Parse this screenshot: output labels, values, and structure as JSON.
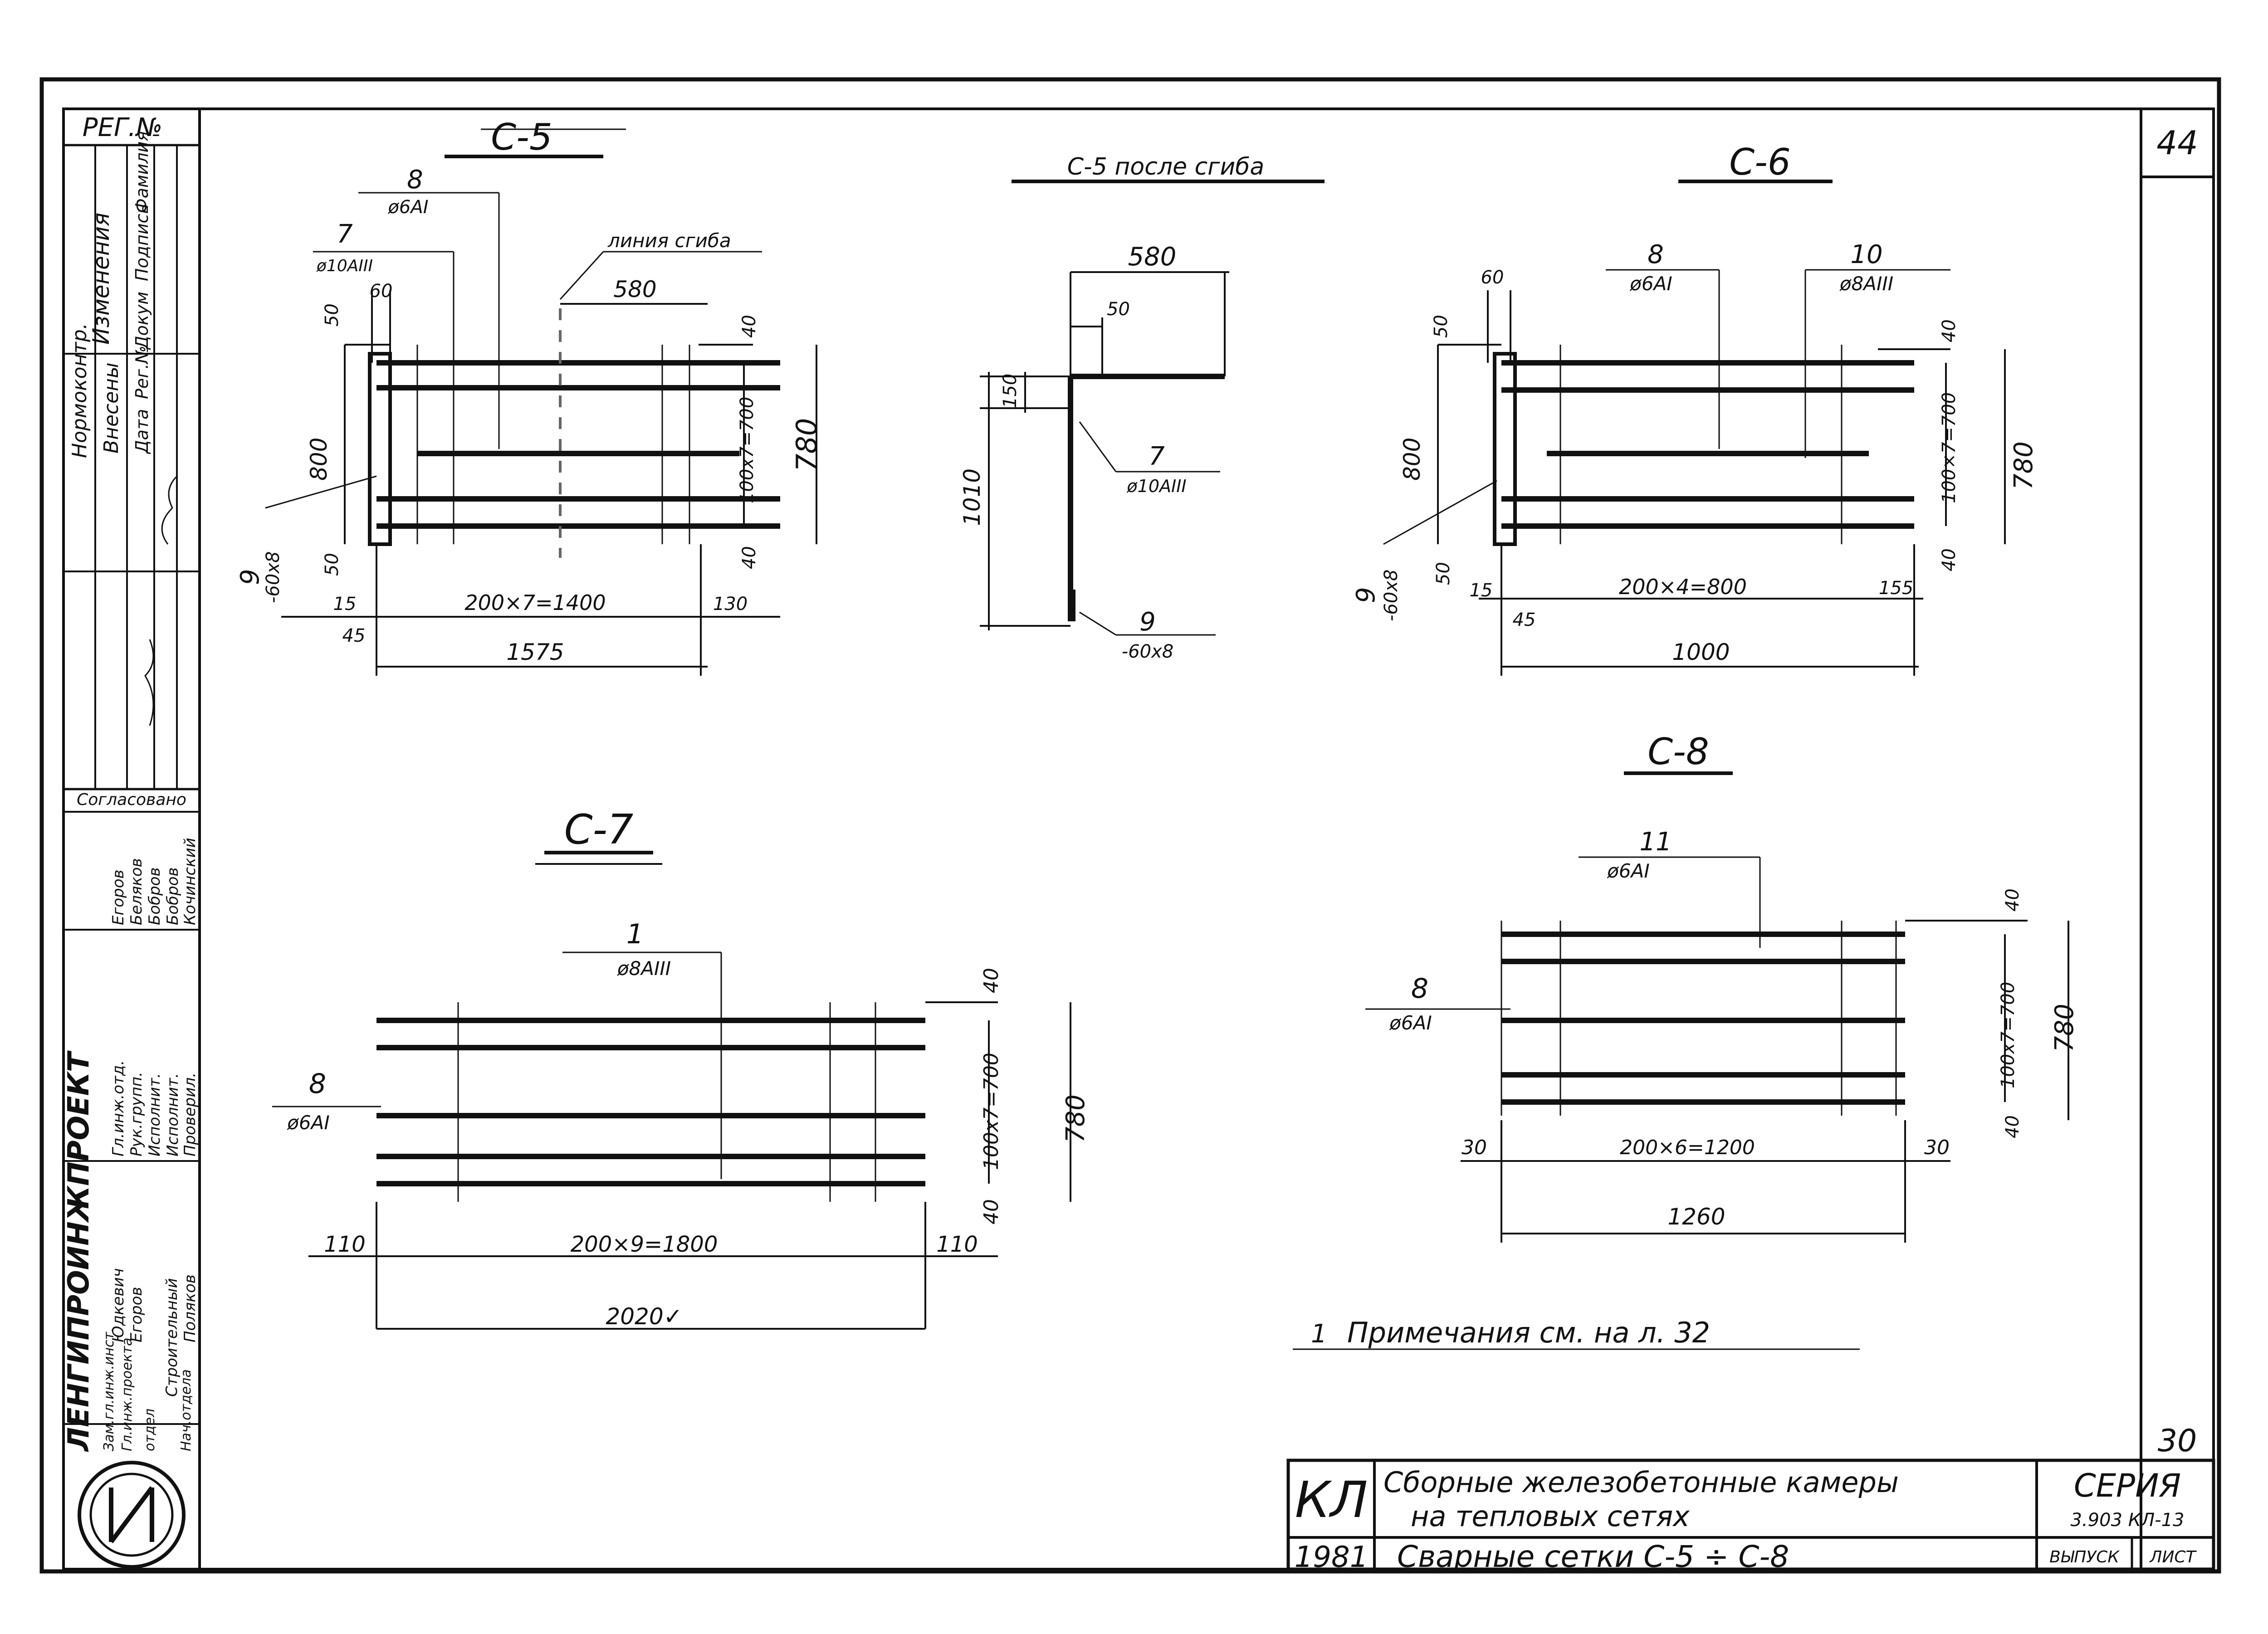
{
  "sheet": {
    "number": "44"
  },
  "left_strip": {
    "reg": "РЕГ.№",
    "changes_header": "Изменения",
    "notes_entered": "Внесены",
    "normocontrol": "Нормоконтр.",
    "col_date": "Дата",
    "col_reg": "Рег.№",
    "col_doc": "Докум",
    "col_sign": "Подпись",
    "col_name": "Фамилия",
    "agreed": "Согласовано",
    "agreed_names": [
      "Егоров",
      "Беляков",
      "Бобров",
      "Бобров",
      "Кочинский"
    ],
    "sign_roles": [
      "Гл.инж.отд.",
      "Рук.групп.",
      "Исполнит.",
      "Исполнит.",
      "Проверил."
    ],
    "sign_names": [
      "Юдкевич",
      "Егоров",
      "Строительный",
      "Поляков"
    ],
    "org": "ЛЕНГИПРОИНЖПРОЕКТ",
    "org_roles": [
      "Зам.гл.инж.инст.",
      "Гл.инж.проекта",
      "отдел",
      "Нач.отдела"
    ]
  },
  "c5": {
    "title": "С-5",
    "callout_8_num": "8",
    "callout_8_spec": "ø6АI",
    "callout_7_num": "7",
    "callout_7_spec": "ø10АIII",
    "bend_line": "линия сгиба",
    "callout_9_num": "9",
    "callout_9_spec": "-60х8",
    "dims": {
      "d50_top": "50",
      "d60": "60",
      "d580": "580",
      "d40_top": "40",
      "d800": "800",
      "d100x7": "100х7=700",
      "d780": "780",
      "d40_bot": "40",
      "d50_bot": "50",
      "d15": "15",
      "d200x7": "200×7=1400",
      "d130": "130",
      "d45": "45",
      "d1575": "1575"
    }
  },
  "c5_bent": {
    "title": "С-5 после сгиба",
    "d580": "580",
    "d50": "50",
    "d150": "150",
    "d1010": "1010",
    "callout_7_num": "7",
    "callout_7_spec": "ø10АIII",
    "callout_9_num": "9",
    "callout_9_spec": "-60х8"
  },
  "c6": {
    "title": "С-6",
    "callout_8_num": "8",
    "callout_8_spec": "ø6АI",
    "callout_10_num": "10",
    "callout_10_spec": "ø8АIII",
    "callout_9_num": "9",
    "callout_9_spec": "-60х8",
    "dims": {
      "d60": "60",
      "d50_top": "50",
      "d40_top": "40",
      "d800": "800",
      "d100x7": "100×7=700",
      "d780": "780",
      "d40_bot": "40",
      "d50_bot": "50",
      "d15": "15",
      "d200x4": "200×4=800",
      "d155": "155",
      "d45": "45",
      "d1000": "1000"
    }
  },
  "c7": {
    "title": "С-7",
    "callout_1_num": "1",
    "callout_1_spec": "ø8АIII",
    "callout_8_num": "8",
    "callout_8_spec": "ø6АI",
    "dims": {
      "d40_top": "40",
      "d100x7": "100х7=700",
      "d780": "780",
      "d40_bot": "40",
      "d110_left": "110",
      "d200x9": "200×9=1800",
      "d110_right": "110",
      "d2020": "2020✓"
    }
  },
  "c8": {
    "title": "С-8",
    "callout_11_num": "11",
    "callout_11_spec": "ø6АI",
    "callout_8_num": "8",
    "callout_8_spec": "ø6АI",
    "dims": {
      "d40_top": "40",
      "d100x7": "100х7=700",
      "d780": "780",
      "d40_bot": "40",
      "d30_left": "30",
      "d200x6": "200×6=1200",
      "d30_right": "30",
      "d1260": "1260"
    }
  },
  "note": "Примечания см. на л. 32",
  "note_marker": "1",
  "title_block": {
    "abbr": "КЛ",
    "year": "1981",
    "title_line1": "Сборные железобетонные камеры",
    "title_line2": "на тепловых сетях",
    "subtitle": "Сварные сетки С-5 ÷ С-8",
    "series_label": "СЕРИЯ",
    "series_value": "3.903 КЛ-13",
    "issue_label": "ВЫПУСК",
    "sheet_label": "ЛИСТ",
    "page_total": "30"
  }
}
